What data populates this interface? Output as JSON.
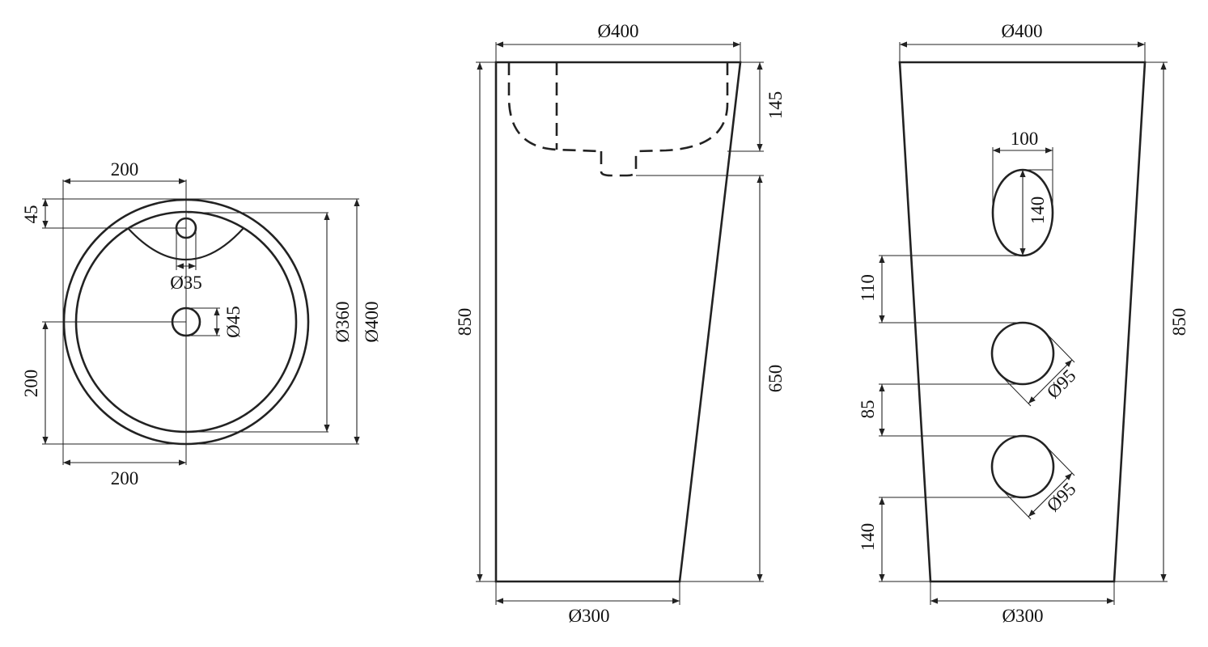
{
  "top_view": {
    "dims": {
      "top_offset": "200",
      "drain_offset_v": "45",
      "tap_hole": "Ø35",
      "drain_hole": "Ø45",
      "inner_diameter": "Ø360",
      "outer_diameter": "Ø400",
      "left_offset": "200",
      "bottom_offset": "200"
    }
  },
  "side_view": {
    "dims": {
      "top_diameter": "Ø400",
      "bowl_depth": "145",
      "total_height": "850",
      "lower_height": "650",
      "bottom_diameter": "Ø300"
    }
  },
  "back_view": {
    "dims": {
      "top_diameter": "Ø400",
      "opening_width": "100",
      "opening_height": "140",
      "gap_1": "110",
      "hole_1": "Ø95",
      "gap_2": "85",
      "hole_2": "Ø95",
      "bottom_gap": "140",
      "total_height": "850",
      "bottom_diameter": "Ø300"
    }
  }
}
